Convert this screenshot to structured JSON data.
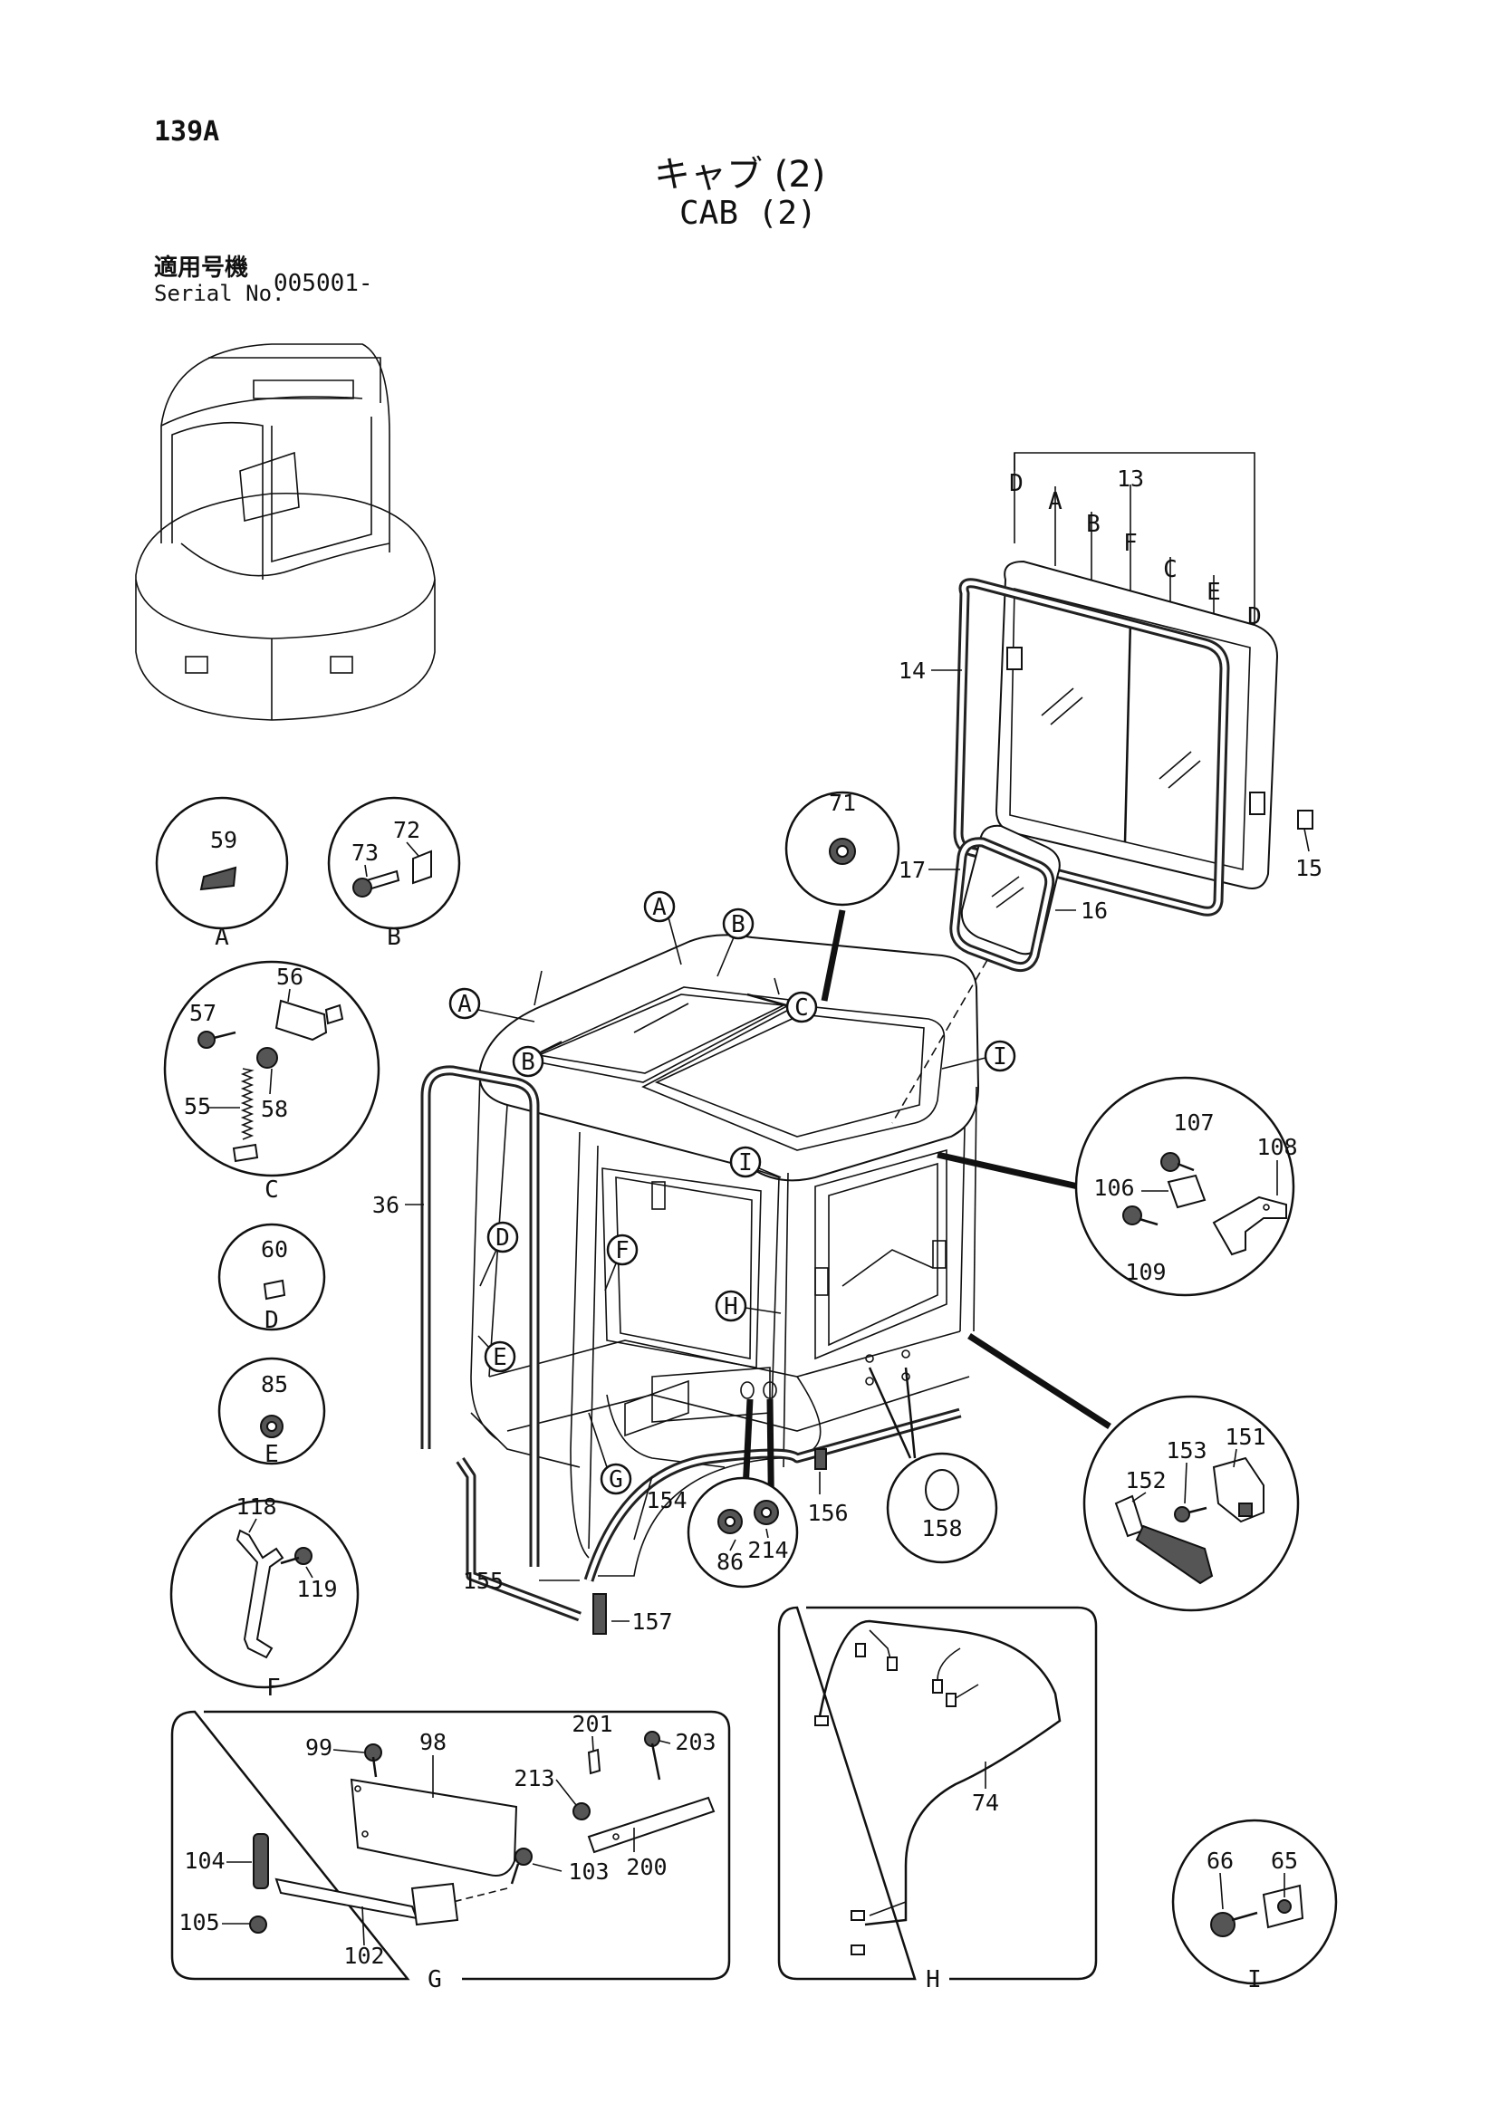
{
  "page": {
    "number": "139A",
    "title_jp": "キャブ (2)",
    "title_en": "CAB (2)",
    "serial_label_jp": "適用号機",
    "serial_label_en": "Serial No.",
    "serial_value": "005001-"
  },
  "callouts": {
    "window": [
      "13",
      "14",
      "15",
      "16",
      "17"
    ],
    "window_letters": [
      "D",
      "A",
      "B",
      "F",
      "C",
      "E",
      "D"
    ],
    "cab": [
      "36",
      "71",
      "154",
      "155",
      "156",
      "157",
      "86",
      "214",
      "158"
    ],
    "cab_letters": [
      "A",
      "B",
      "A",
      "B",
      "C",
      "I",
      "I",
      "D",
      "F",
      "E",
      "H",
      "G"
    ]
  },
  "details": {
    "A": {
      "letter": "A",
      "parts": [
        "59"
      ]
    },
    "B": {
      "letter": "B",
      "parts": [
        "72",
        "73"
      ]
    },
    "C": {
      "letter": "C",
      "parts": [
        "56",
        "57",
        "55",
        "58"
      ]
    },
    "D": {
      "letter": "D",
      "parts": [
        "60"
      ]
    },
    "E": {
      "letter": "E",
      "parts": [
        "85"
      ]
    },
    "F": {
      "letter": "F",
      "parts": [
        "118",
        "119"
      ]
    },
    "G": {
      "letter": "G",
      "parts": [
        "99",
        "98",
        "201",
        "203",
        "213",
        "104",
        "103",
        "200",
        "105",
        "102"
      ]
    },
    "H": {
      "letter": "H",
      "parts": [
        "74"
      ]
    },
    "I": {
      "letter": "I",
      "parts": [
        "66",
        "65"
      ]
    },
    "hinge": {
      "parts": [
        "107",
        "108",
        "106",
        "109"
      ]
    },
    "lock": {
      "parts": [
        "151",
        "153",
        "152"
      ]
    }
  }
}
